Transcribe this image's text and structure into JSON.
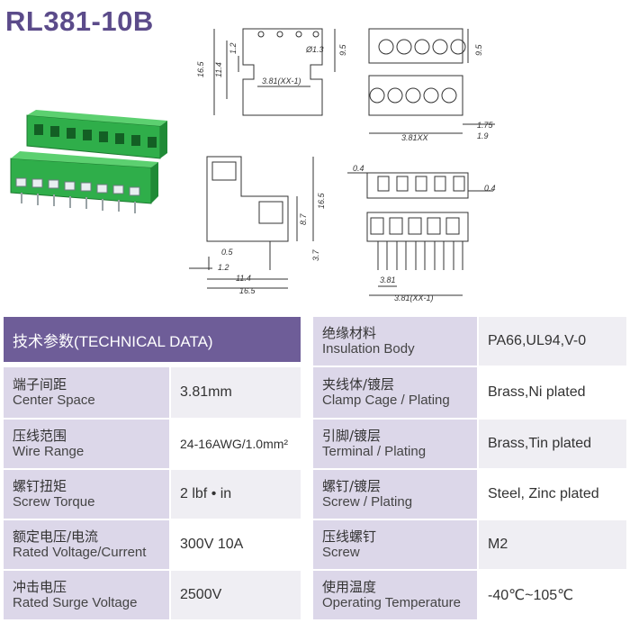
{
  "title": "RL381-10B",
  "drawing": {
    "top": {
      "d1": "16.5",
      "d2": "11.4",
      "d3": "1.2",
      "d4": "Ø1.3",
      "d5": "9.5",
      "pitch": "3.81(XX-1)"
    },
    "front": {
      "d1": "9.5",
      "d2": "1.75",
      "d3": "1.9",
      "pitch": "3.81XX"
    },
    "side": {
      "h1": "16.5",
      "h2": "8.7",
      "h3": "3.7",
      "w1": "0.5",
      "w2": "1.2",
      "w3": "11.4",
      "w4": "16.5"
    },
    "bottom": {
      "t1": "0.4",
      "t2": "0.4",
      "p1": "3.81",
      "p2": "3.81(XX-1)"
    }
  },
  "table": {
    "header": "技术参数(TECHNICAL DATA)",
    "left": [
      {
        "zh": "端子间距",
        "en": "Center Space",
        "value": "3.81mm"
      },
      {
        "zh": "压线范围",
        "en": "Wire Range",
        "value": "24-16AWG/1.0mm²"
      },
      {
        "zh": "螺钉扭矩",
        "en": "Screw Torque",
        "value": "2 lbf • in"
      },
      {
        "zh": "额定电压/电流",
        "en": "Rated Voltage/Current",
        "value": "300V 10A"
      },
      {
        "zh": "冲击电压",
        "en": "Rated Surge Voltage",
        "value": "2500V"
      }
    ],
    "right": [
      {
        "zh": "绝缘材料",
        "en": "Insulation Body",
        "value": "PA66,UL94,V-0"
      },
      {
        "zh": "夹线体/镀层",
        "en": "Clamp Cage / Plating",
        "value": "Brass,Ni plated"
      },
      {
        "zh": "引脚/镀层",
        "en": "Terminal / Plating",
        "value": "Brass,Tin plated"
      },
      {
        "zh": "螺钉/镀层",
        "en": "Screw / Plating",
        "value": "Steel, Zinc plated"
      },
      {
        "zh": "压线螺钉",
        "en": "Screw",
        "value": "M2"
      },
      {
        "zh": "使用温度",
        "en": "Operating Temperature",
        "value": "-40℃~105℃"
      }
    ]
  },
  "colors": {
    "header": "#6e5d98",
    "label": "#dcd7e9",
    "value": "#efeef3",
    "title": "#5b4b8a",
    "product": "#2fae4a"
  }
}
